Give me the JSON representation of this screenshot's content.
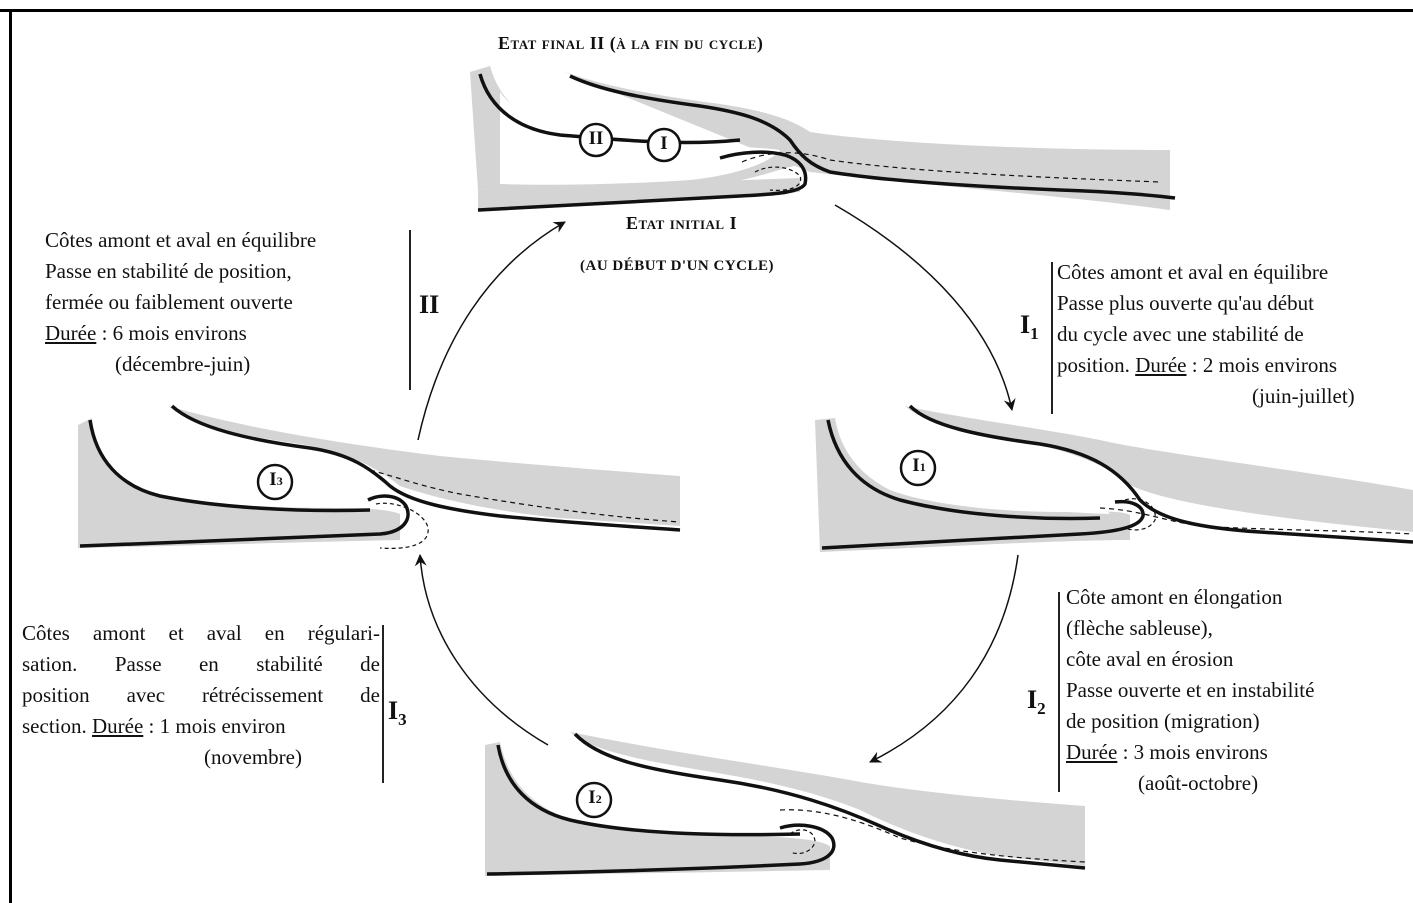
{
  "titles": {
    "final": "Etat final II (à la fin du cycle)",
    "initial": "Etat initial I",
    "initial_sub": "(AU DÉBUT D'UN CYCLE)"
  },
  "circles": {
    "II": "II",
    "I": "I",
    "I1": {
      "main": "I",
      "sub": "1"
    },
    "I2": {
      "main": "I",
      "sub": "2"
    },
    "I3": {
      "main": "I",
      "sub": "3"
    }
  },
  "phases": {
    "II": {
      "label": "II",
      "lines": [
        "Côtes amont et aval en équilibre",
        "Passe en stabilité de position,",
        "fermée ou faiblement ouverte"
      ],
      "duration_label": "Durée",
      "duration_value": " : 6 mois environs",
      "period": "(décembre-juin)"
    },
    "I1": {
      "label_main": "I",
      "label_sub": "1",
      "lines": [
        "Côtes amont et aval en équilibre",
        "Passe plus ouverte qu'au début",
        "du cycle avec une stabilité de"
      ],
      "last_line_prefix": "position. ",
      "duration_label": "Durée",
      "duration_value": " : 2 mois environs",
      "period": "(juin-juillet)"
    },
    "I2": {
      "label_main": "I",
      "label_sub": "2",
      "lines": [
        "Côte amont en élongation",
        "(flèche sableuse),",
        "côte aval en érosion",
        "Passe ouverte et en instabilité",
        "de position (migration)"
      ],
      "duration_label": "Durée",
      "duration_value": " : 3 mois environs",
      "period": "(août-octobre)"
    },
    "I3": {
      "label_main": "I",
      "label_sub": "3",
      "lines": [
        "Côtes amont et aval en régulari-",
        "sation. Passe en stabilité de",
        "position avec rétrécissement de"
      ],
      "last_line_prefix": "section. ",
      "duration_label": "Durée",
      "duration_value": " : 1 mois environ",
      "period": "(novembre)"
    }
  }
}
